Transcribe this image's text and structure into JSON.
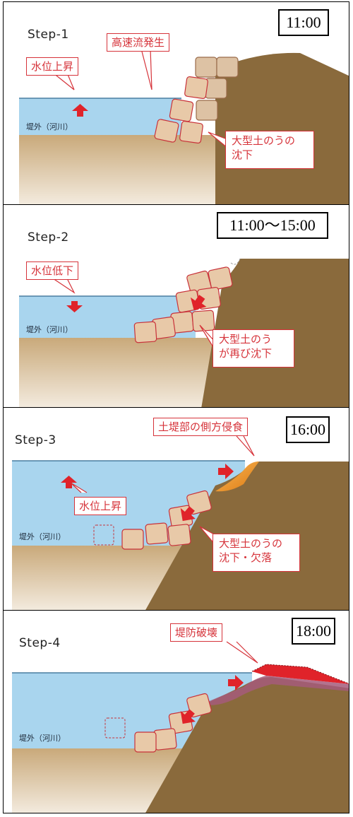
{
  "panels": [
    {
      "step": "Step-1",
      "time": "11:00",
      "river_label": "堤外（河川）",
      "callouts": [
        "水位上昇",
        "高速流発生",
        "大型土のうの",
        "沈下"
      ]
    },
    {
      "step": "Step-2",
      "time": "11:00～15:00",
      "river_label": "堤外（河川）",
      "callouts": [
        "水位低下",
        "大型土のう",
        "が再び沈下"
      ]
    },
    {
      "step": "Step-3",
      "time": "16:00",
      "river_label": "堤外（河川）",
      "callouts": [
        "土堤部の側方侵食",
        "水位上昇",
        "大型土のうの",
        "沈下・欠落"
      ]
    },
    {
      "step": "Step-4",
      "time": "18:00",
      "river_label": "堤外（河川）",
      "callouts": [
        "堤防破壊"
      ]
    }
  ],
  "colors": {
    "water": "#a9d5ee",
    "soil_light": "#d9c3a0",
    "soil_dark": "#8a6a3c",
    "sandbag": "#e8c9a8",
    "accent_red": "#e0232a"
  }
}
